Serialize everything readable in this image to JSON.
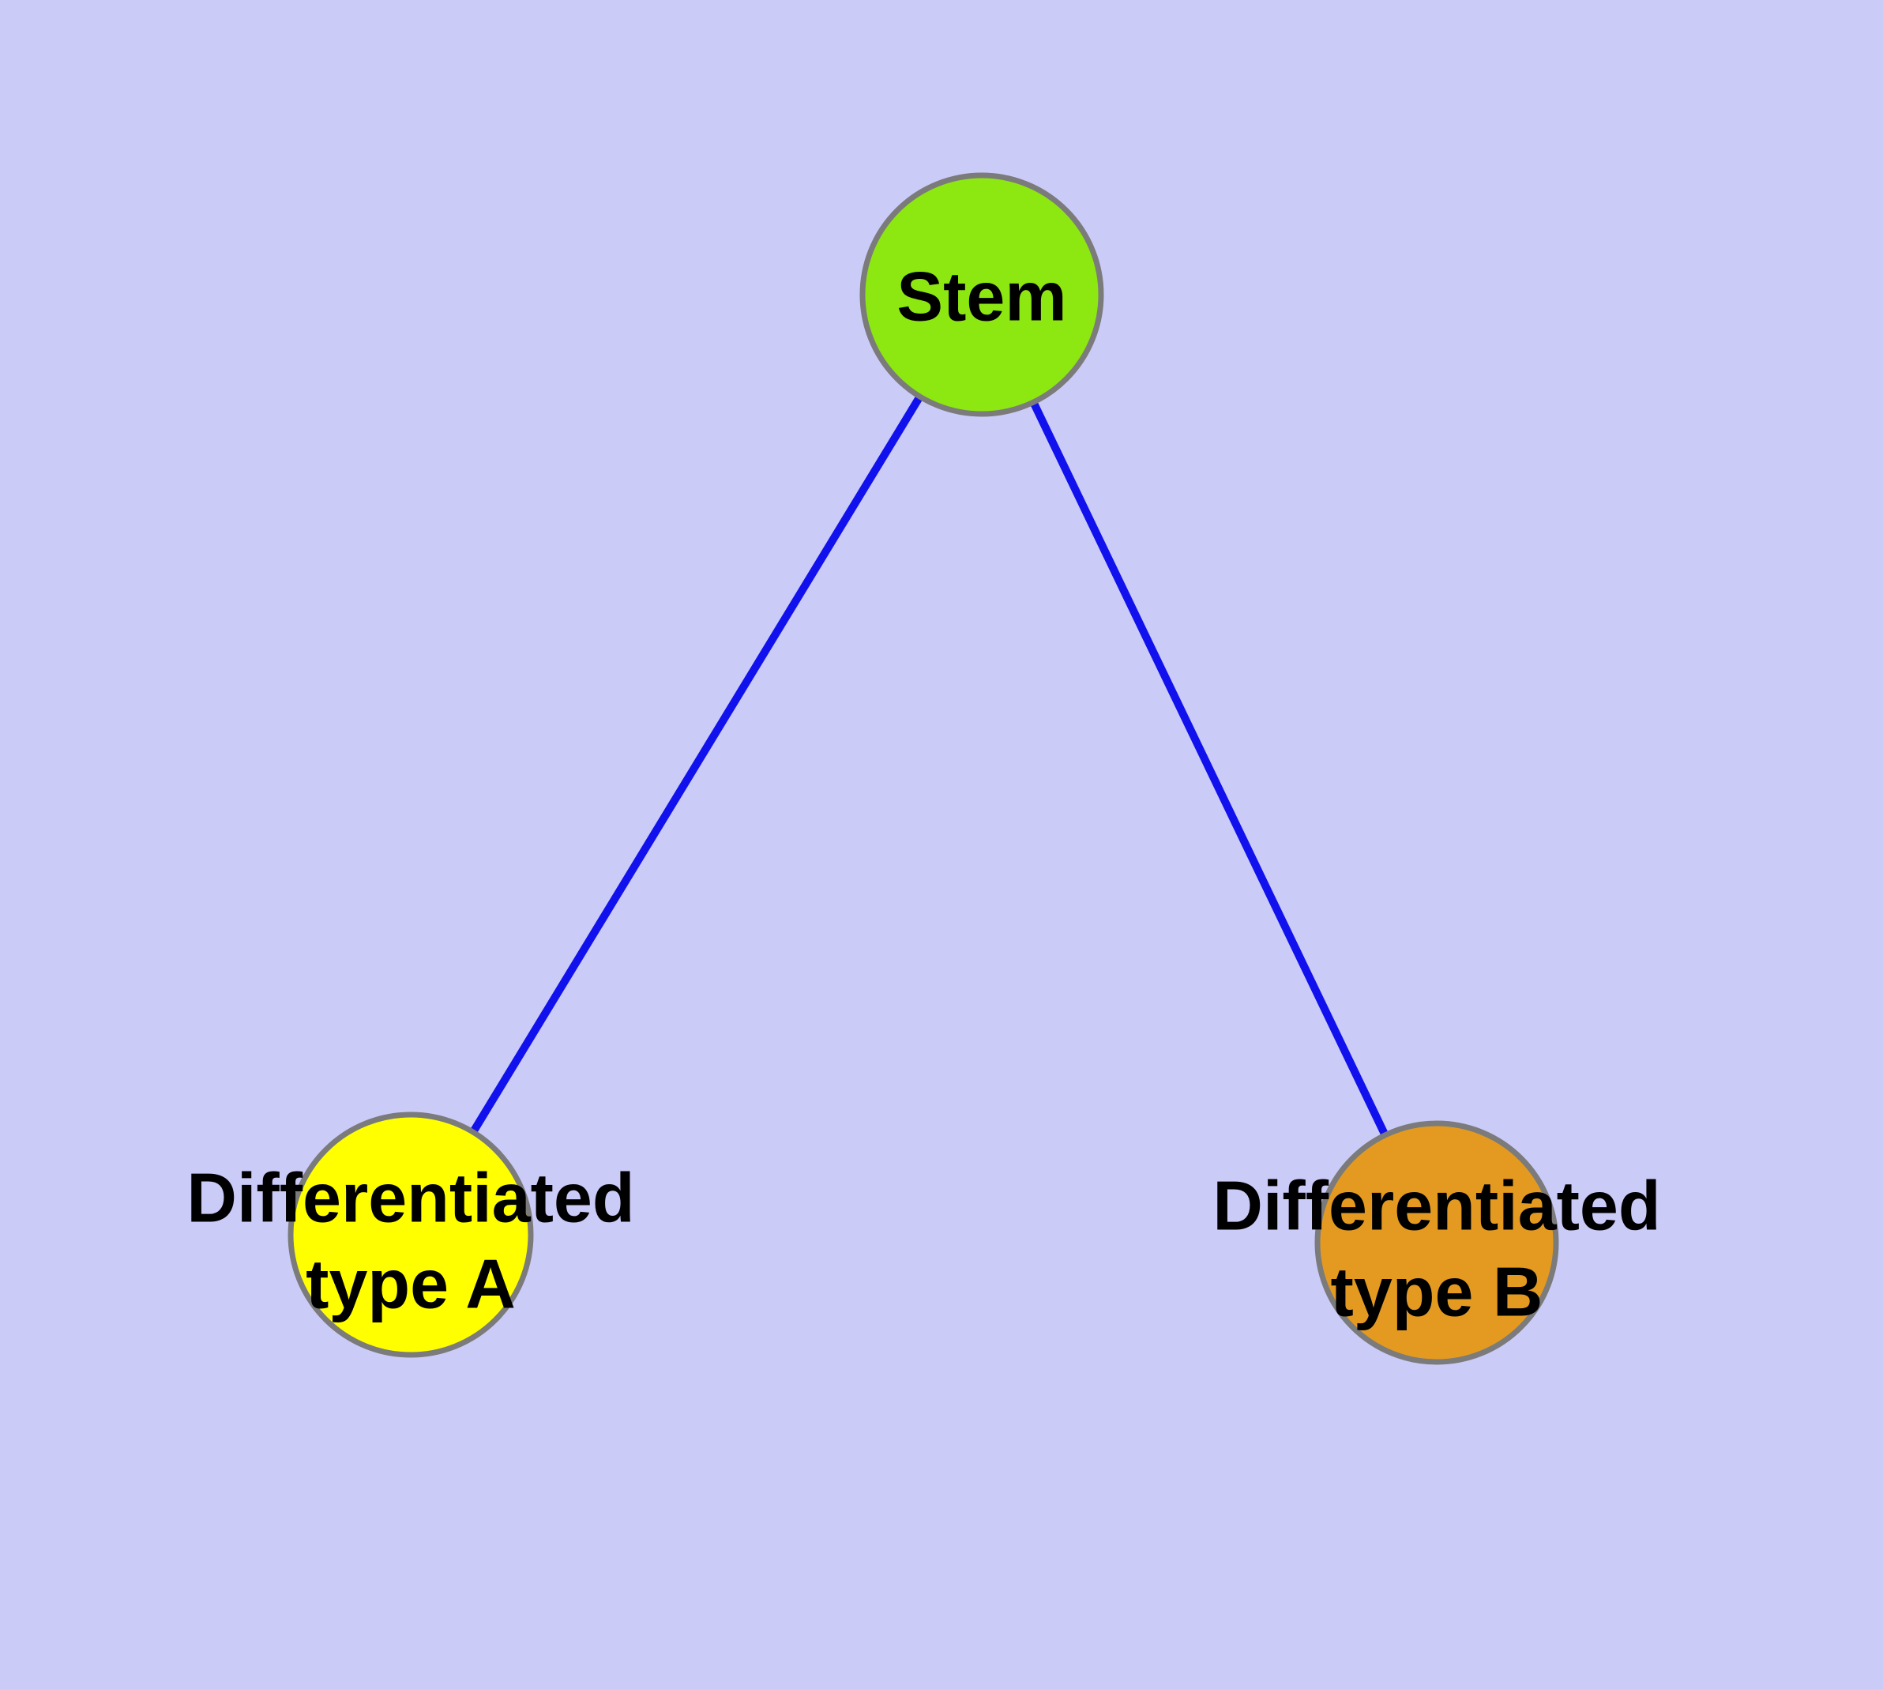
{
  "diagram": {
    "type": "graph",
    "background_color": "#CBCBF8",
    "edge_color": "#1111EE",
    "node_border_color": "#7B7B7B",
    "label_color": "#000000",
    "nodes": [
      {
        "id": "stem",
        "label": "Stem",
        "fill": "#8DE711"
      },
      {
        "id": "differentiated-type-a",
        "label_line1": "Differentiated",
        "label_line2": "type A",
        "fill": "#FFFF00"
      },
      {
        "id": "differentiated-type-b",
        "label_line1": "Differentiated",
        "label_line2": "type B",
        "fill": "#E49A20"
      }
    ],
    "edges": [
      {
        "from": "Stem",
        "to": "Differentiated type A"
      },
      {
        "from": "Stem",
        "to": "Differentiated type B"
      }
    ]
  }
}
